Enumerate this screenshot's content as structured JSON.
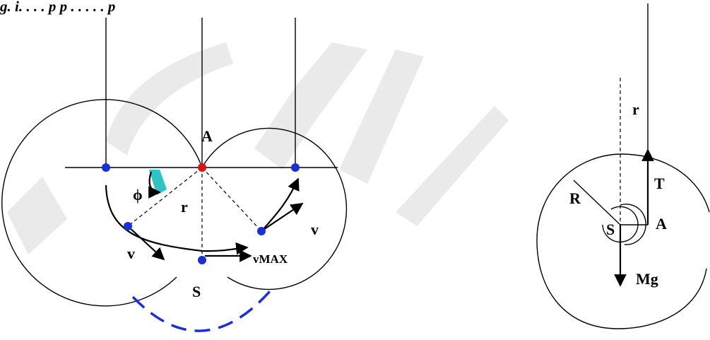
{
  "caption": "g. i. . . . p p . . . . . p",
  "labels": {
    "A": "A",
    "r": "r",
    "phi": "ϕ",
    "v": "v",
    "vmax": "vMAX",
    "S": "S",
    "R": "R",
    "T": "T",
    "Mg": "Mg"
  },
  "colors": {
    "pivot": "#e01010",
    "point": "#1a2fd6",
    "angle_fill": "#2ec4c4",
    "dashed_arc": "#1a2fd6"
  }
}
